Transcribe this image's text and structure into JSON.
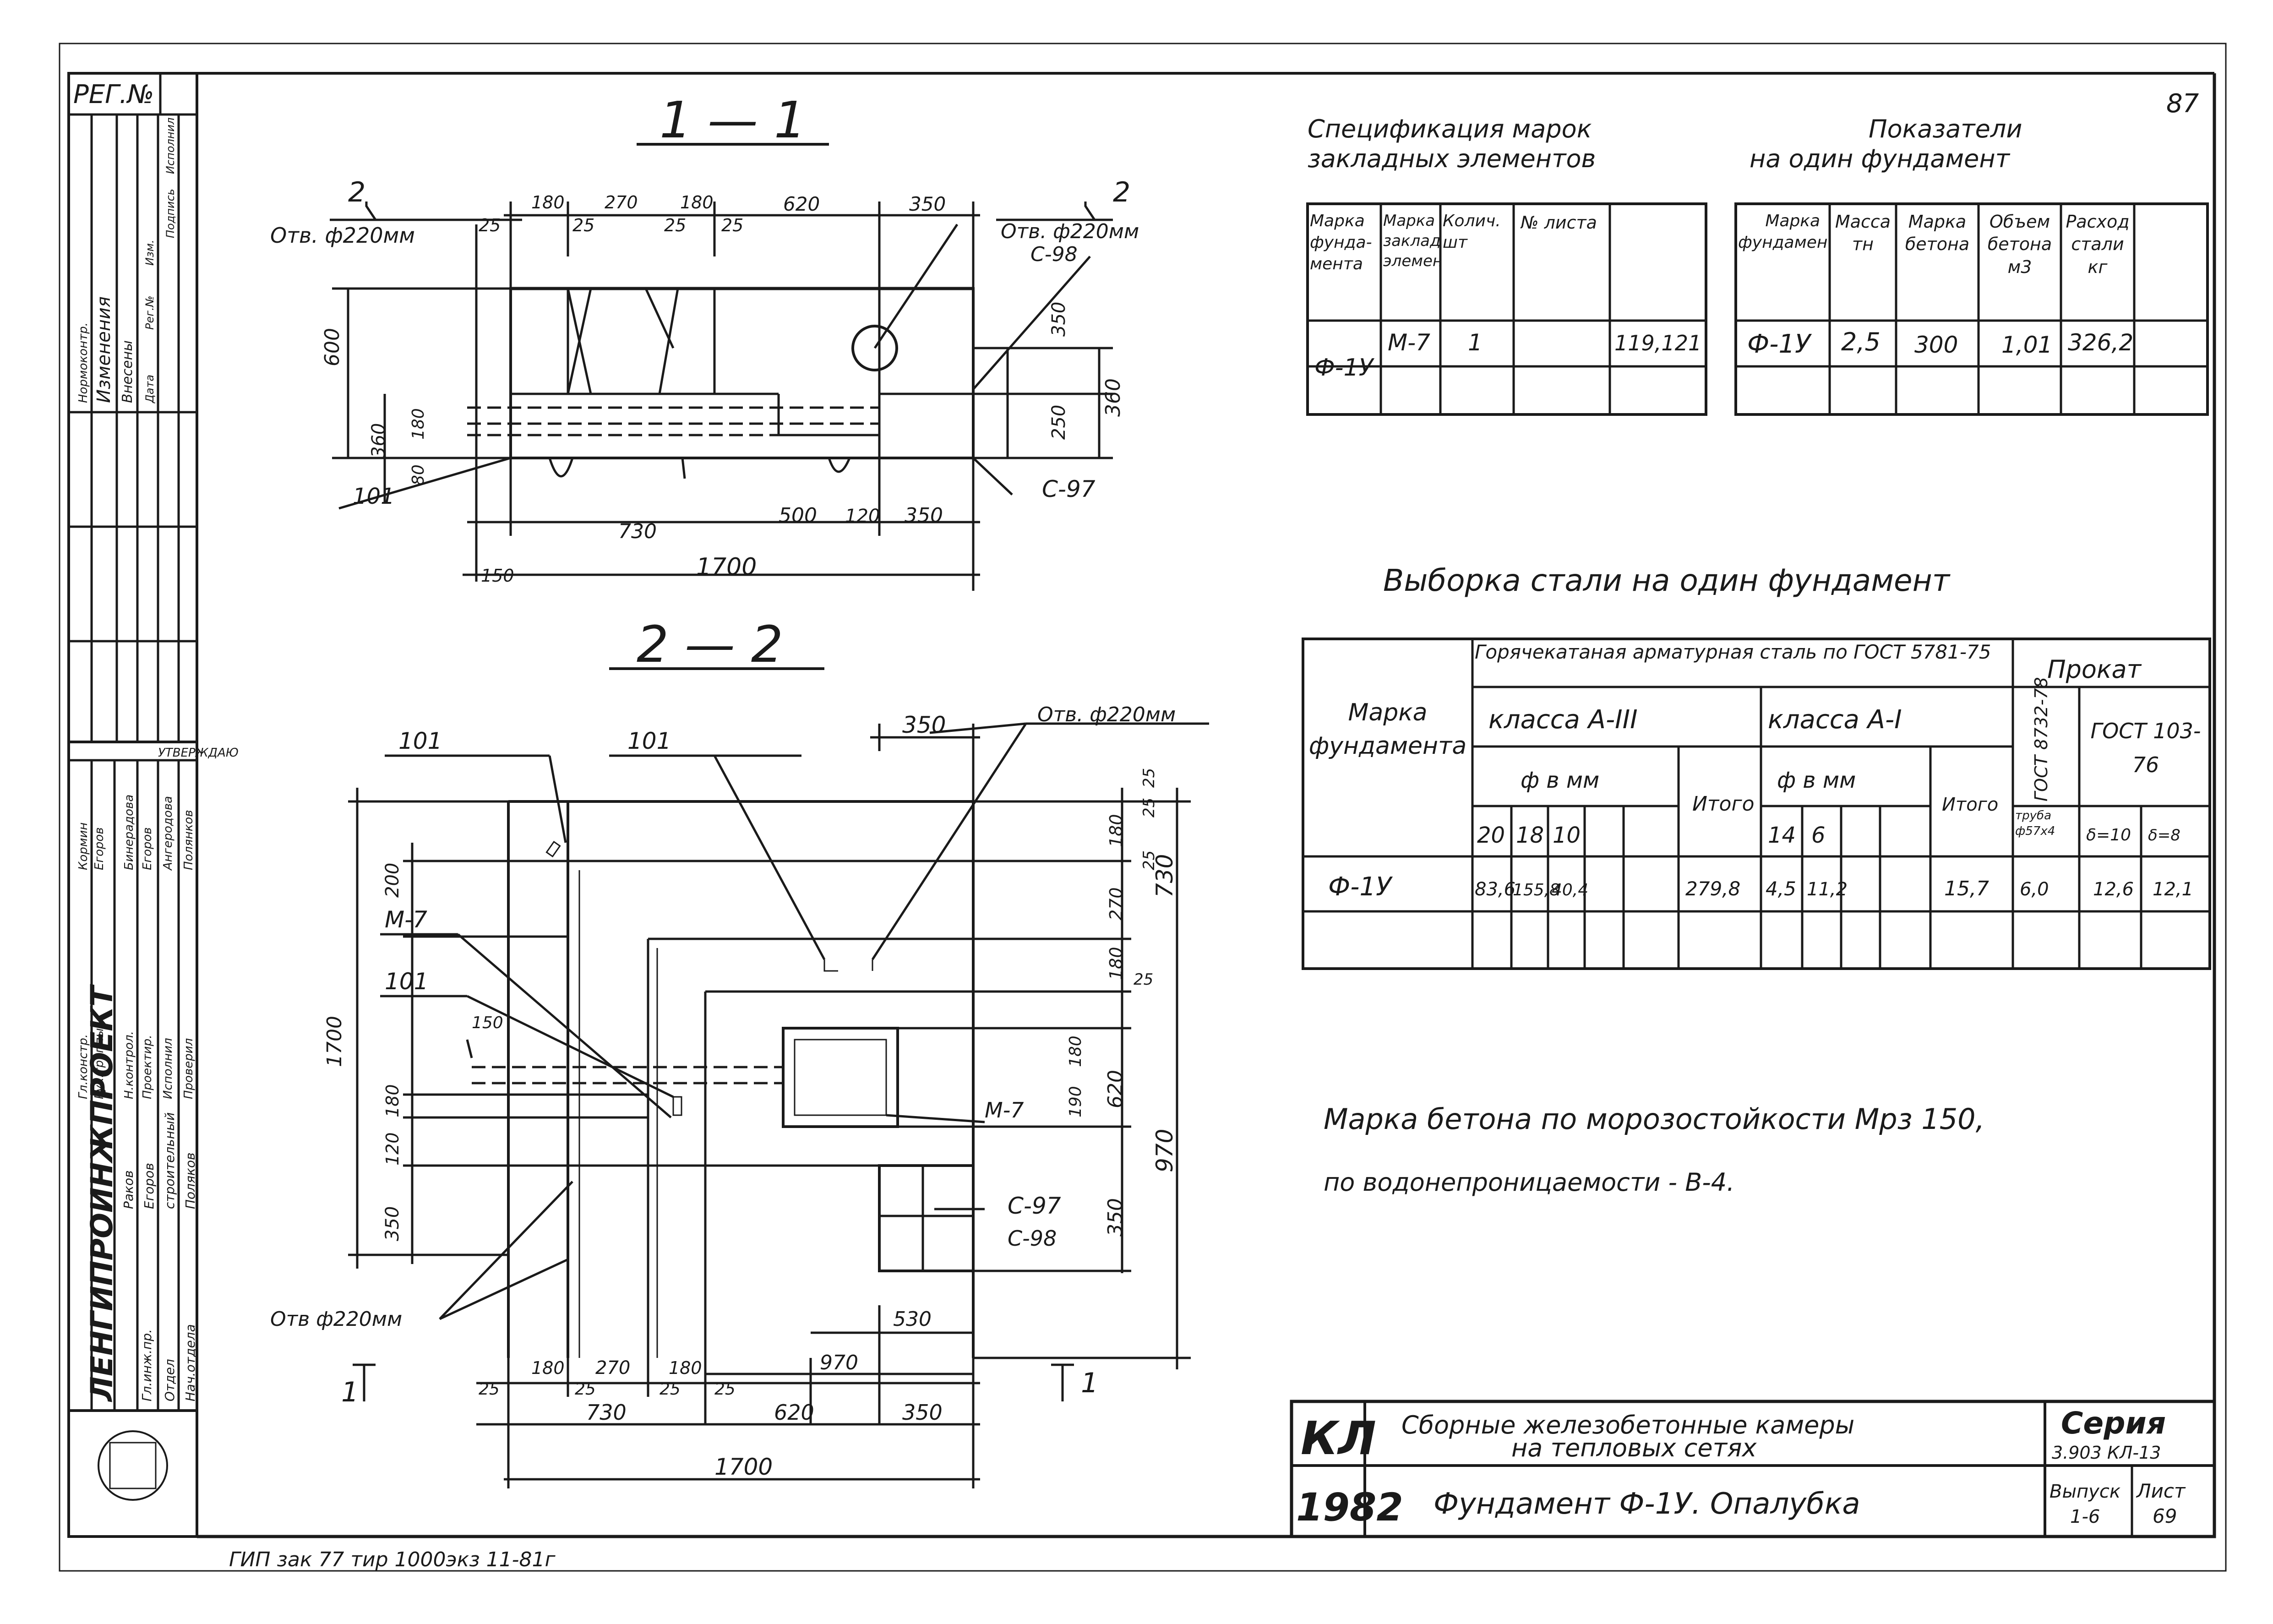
{
  "stamp": {
    "reg": "РЕГ.№",
    "sheet_no": "87",
    "changes_header": "Изменения",
    "changes_cols": [
      "Дата",
      "Рег.№",
      "Изм.",
      "Подпись",
      "Исполнил"
    ],
    "changes_title": "Внесены",
    "control": "Нормоконтр.",
    "approved": "УТВЕРЖДАЮ",
    "org": "ЛЕНГИПРОИНЖПРОЕКТ",
    "roles": [
      "Гл.констр.",
      "Рук.группы",
      "Н.контрол.",
      "Проектир.",
      "Исполнил",
      "Проверил"
    ],
    "names": [
      "Кормин",
      "Егоров",
      "Бинерадова",
      "Егоров",
      "Ангеродова",
      "Полянков"
    ],
    "dept_labels": [
      "Нач.отдела",
      "Отдел",
      "Гл.инж.пр."
    ],
    "dept_values": [
      "Раков",
      "Егоров",
      "строительный",
      "Поляков"
    ]
  },
  "section_11": {
    "title": "1 — 1",
    "section_marks": [
      "2",
      "2"
    ],
    "hole_left": "Отв. ф220мм",
    "hole_right": "Отв. ф220мм",
    "top_dims": [
      "25",
      "180",
      "270",
      "180",
      "620",
      "350",
      "25",
      "25",
      "25"
    ],
    "left_dims": [
      "600",
      "360",
      "180",
      "80",
      "101"
    ],
    "right_dims": [
      "350",
      "250",
      "360"
    ],
    "bottom_dims": [
      "730",
      "500",
      "120",
      "350",
      "150",
      "1700"
    ],
    "labels": [
      "С-98",
      "С-97"
    ]
  },
  "section_22": {
    "title": "2 — 2",
    "callouts": [
      "101",
      "101",
      "101",
      "М-7",
      "М-7",
      "С-97",
      "С-98"
    ],
    "hole_top": "Отв. ф220мм",
    "hole_bottom": "Отв ф220мм",
    "top_dims": [
      "350"
    ],
    "left_dims": [
      "1700",
      "200",
      "150",
      "120",
      "180",
      "350"
    ],
    "right_dims": [
      "180",
      "25",
      "270",
      "25",
      "180",
      "25",
      "190",
      "180",
      "620",
      "350",
      "730",
      "970",
      "25"
    ],
    "inner_dims": [
      "530",
      "970"
    ],
    "bottom_dims": [
      "25",
      "180",
      "270",
      "25",
      "180",
      "25",
      "25",
      "730",
      "620",
      "350",
      "1700"
    ],
    "section_mark_left": "1",
    "section_mark_right": "1"
  },
  "spec": {
    "title_line1": "Спецификация марок",
    "title_line2": "закладных элементов",
    "headers": [
      "Марка фунда-мента",
      "Марка закладн. элемента",
      "Колич. шт",
      "№ листа"
    ],
    "rows": [
      [
        "Ф-1У",
        "М-7",
        "1",
        "119,121"
      ],
      [
        "",
        "",
        "",
        ""
      ]
    ]
  },
  "indicators": {
    "title_line1": "Показатели",
    "title_line2": "на один фундамент",
    "headers": [
      "Марка фундамента",
      "Масса тн",
      "Марка бетона",
      "Объем бетона м3",
      "Расход стали кг"
    ],
    "rows": [
      [
        "Ф-1У",
        "2,5",
        "300",
        "1,01",
        "326,2"
      ],
      [
        "",
        "",
        "",
        "",
        ""
      ]
    ]
  },
  "steel": {
    "title": "Выборка стали на один фундамент",
    "col_mark": "Марка фундамента",
    "group_hot": "Горячекатаная арматурная сталь по ГОСТ 5781-75",
    "class_a3": "класса А-III",
    "class_a1": "класса А-I",
    "phi_mm": "ф в мм",
    "itogo": "Итого",
    "prokat": "Прокат",
    "gost_a": "ГОСТ 8732-78",
    "gost_b": "ГОСТ 103-76",
    "pipe": "труба ф57х4",
    "d10": "δ=10",
    "d8": "δ=8",
    "diam_a3": [
      "20",
      "18",
      "10"
    ],
    "diam_a1": [
      "14",
      "6"
    ],
    "row": [
      "Ф-1У",
      "83,6",
      "155,8",
      "40,4",
      "279,8",
      "4,5",
      "11,2",
      "15,7",
      "6,0",
      "12,6",
      "12,1"
    ]
  },
  "notes": {
    "line1": "Марка бетона по морозостойкости Мрз 150,",
    "line2": "по водонепроницаемости - В-4."
  },
  "title_block": {
    "kl": "КЛ",
    "year": "1982",
    "subject_line1": "Сборные железобетонные камеры",
    "subject_line2": "на тепловых сетях",
    "drawing": "Фундамент Ф-1У. Опалубка",
    "series_label": "Серия",
    "series_value": "3.903 КЛ-13",
    "issue_label": "Выпуск",
    "issue_value": "1-6",
    "sheet_label": "Лист",
    "sheet_value": "69"
  },
  "footer": "ГИП зак 77 тир 1000экз 11-81г"
}
